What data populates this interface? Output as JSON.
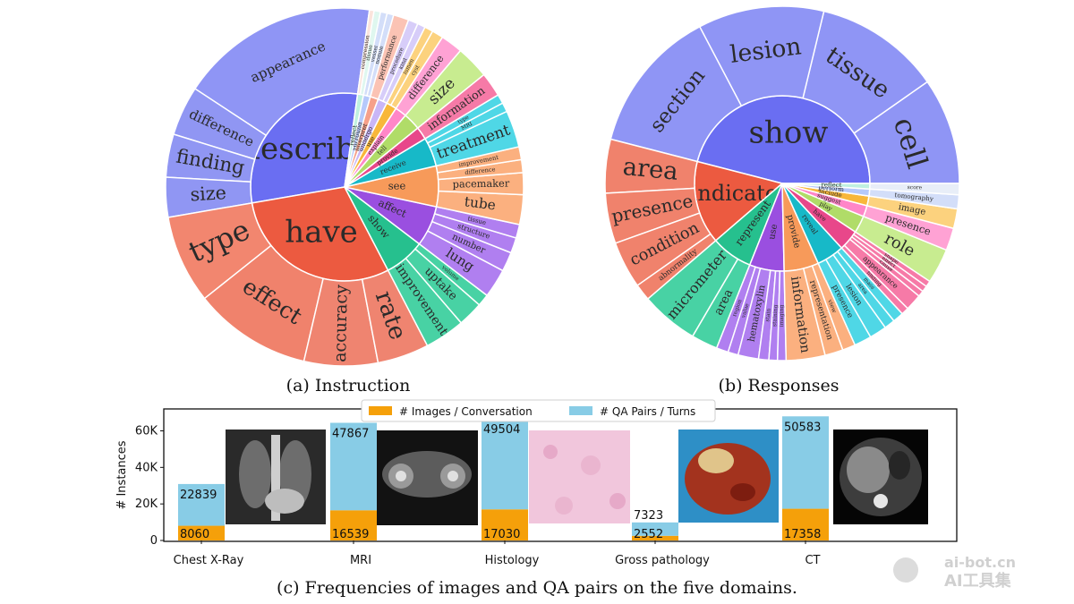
{
  "captions": {
    "a": "(a) Instruction",
    "b": "(b) Responses",
    "c": "(c) Frequencies of images and QA pairs on the five domains."
  },
  "watermark": {
    "line1": "ai-bot.cn",
    "line2": "AI工具集"
  },
  "chart_data": [
    {
      "type": "sunburst",
      "title": "",
      "inner": [
        {
          "label": "describe",
          "color": "#6a6ef2",
          "value": 30,
          "children": [
            {
              "label": "appearance",
              "value": 12,
              "color": "#8f95f5"
            },
            {
              "label": "difference",
              "value": 3,
              "color": "#9096f3"
            },
            {
              "label": "finding",
              "value": 2.6,
              "color": "#9096f3"
            },
            {
              "label": "size",
              "value": 2.4,
              "color": "#9096f3"
            }
          ]
        },
        {
          "label": "have",
          "color": "#ec5a40",
          "value": 30,
          "children": [
            {
              "label": "type",
              "value": 6,
              "color": "#f2866f"
            },
            {
              "label": "effect",
              "value": 8,
              "color": "#f0826c"
            },
            {
              "label": "accuracy",
              "value": 5,
              "color": "#ef8470"
            },
            {
              "label": "rate",
              "value": 3.5,
              "color": "#ef8470"
            }
          ]
        },
        {
          "label": "show",
          "color": "#26c08e",
          "value": 7,
          "children": [
            {
              "label": "improvement",
              "value": 4,
              "color": "#48d2a4"
            },
            {
              "label": "uptake",
              "value": 2.5,
              "color": "#48d2a4"
            },
            {
              "label": "volume",
              "value": 1.2,
              "color": "#48d2a4"
            }
          ]
        },
        {
          "label": "affect",
          "color": "#9a4fe0",
          "value": 7,
          "children": [
            {
              "label": "lung",
              "value": 3,
              "color": "#b07ff0"
            },
            {
              "label": "number",
              "value": 2,
              "color": "#b07ff0"
            },
            {
              "label": "structure",
              "value": 1.6,
              "color": "#b07ff0"
            },
            {
              "label": "tissue",
              "value": 1.4,
              "color": "#b07ff0"
            }
          ]
        },
        {
          "label": "see",
          "color": "#f79a5a",
          "value": 7,
          "children": [
            {
              "label": "tube",
              "value": 3,
              "color": "#fbb07f"
            },
            {
              "label": "pacemaker",
              "value": 2.2,
              "color": "#fbb07f"
            },
            {
              "label": "difference",
              "value": 1.3,
              "color": "#fbb07f"
            },
            {
              "label": "improvement",
              "value": 1.3,
              "color": "#fbb07f"
            }
          ]
        },
        {
          "label": "receive",
          "color": "#17b9c8",
          "value": 5,
          "children": [
            {
              "label": "treatment",
              "value": 4,
              "color": "#4fd7e6"
            },
            {
              "label": "MRI",
              "value": 1,
              "color": "#4fd7e6"
            },
            {
              "label": "type",
              "value": 1,
              "color": "#4fd7e6"
            }
          ]
        },
        {
          "label": "provide",
          "color": "#e8478a",
          "value": 2.2,
          "children": [
            {
              "label": "information",
              "value": 4.5,
              "color": "#f67aa7"
            }
          ]
        },
        {
          "label": "tell",
          "color": "#b0dc68",
          "value": 3,
          "children": [
            {
              "label": "size",
              "value": 3.2,
              "color": "#c8ec90"
            }
          ]
        },
        {
          "label": "explain",
          "color": "#ff86c8",
          "value": 2,
          "children": [
            {
              "label": "difference",
              "value": 3,
              "color": "#ffa2d4"
            }
          ]
        },
        {
          "label": "use",
          "color": "#f8b73a",
          "value": 1.8,
          "children": [
            {
              "label": "cyst",
              "value": 1.6,
              "color": "#fcd27e"
            },
            {
              "label": "lumen",
              "value": 1.2,
              "color": "#fcd27e"
            }
          ]
        },
        {
          "label": "undergo",
          "color": "#c9b6f7",
          "value": 1.6,
          "children": [
            {
              "label": "kind",
              "value": 1.6,
              "color": "#d7cdf9"
            },
            {
              "label": "procedure",
              "value": 2,
              "color": "#d7cdf9"
            }
          ]
        },
        {
          "label": "interpret",
          "color": "#f6a08a",
          "value": 1.4,
          "children": [
            {
              "label": "performance",
              "value": 3,
              "color": "#fbc3b4"
            }
          ]
        },
        {
          "label": "surround",
          "color": "#b6c9fb",
          "value": 1.2,
          "children": [
            {
              "label": "nodule",
              "value": 1,
              "color": "#d3def9"
            },
            {
              "label": "vessel",
              "value": 1,
              "color": "#d3def9"
            }
          ]
        },
        {
          "label": "reflect",
          "color": "#bff0e0",
          "value": 1,
          "children": [
            {
              "label": "tissue",
              "value": 1.4,
              "color": "#dff7ef"
            },
            {
              "label": "compression",
              "value": 1,
              "color": "#fbe4dc"
            }
          ]
        }
      ]
    },
    {
      "type": "sunburst",
      "title": "",
      "inner": [
        {
          "label": "show",
          "color": "#6a6ef2",
          "value": 36,
          "children": [
            {
              "label": "cell",
              "value": 5.5,
              "color": "#8f95f5"
            },
            {
              "label": "tissue",
              "value": 6.5,
              "color": "#8f95f5"
            },
            {
              "label": "lesion",
              "value": 6.5,
              "color": "#8f95f5"
            },
            {
              "label": "section",
              "value": 7.5,
              "color": "#8f95f5"
            }
          ]
        },
        {
          "label": "indicate",
          "color": "#ec5a40",
          "value": 12,
          "children": [
            {
              "label": "area",
              "value": 3.2,
              "color": "#f0826c"
            },
            {
              "label": "presence",
              "value": 3,
              "color": "#f0826c"
            },
            {
              "label": "condition",
              "value": 2.8,
              "color": "#f0826c"
            },
            {
              "label": "abnormality",
              "value": 1,
              "color": "#f0826c"
            }
          ]
        },
        {
          "label": "represent",
          "color": "#26c08e",
          "value": 6,
          "children": [
            {
              "label": "micrometer",
              "value": 3.5,
              "color": "#48d2a4"
            },
            {
              "label": "area",
              "value": 1.6,
              "color": "#48d2a4"
            }
          ]
        },
        {
          "label": "use",
          "color": "#9a4fe0",
          "value": 5,
          "children": [
            {
              "label": "region",
              "value": 1.4,
              "color": "#b07ff0"
            },
            {
              "label": "value",
              "value": 1.2,
              "color": "#b07ff0"
            },
            {
              "label": "hematoxylin",
              "value": 2.4,
              "color": "#b07ff0"
            },
            {
              "label": "stain",
              "value": 1.2,
              "color": "#b07ff0"
            },
            {
              "label": "staining",
              "value": 1,
              "color": "#b07ff0"
            },
            {
              "label": "imaging",
              "value": 1,
              "color": "#b07ff0"
            }
          ]
        },
        {
          "label": "provide",
          "color": "#f79a5a",
          "value": 5,
          "children": [
            {
              "label": "information",
              "value": 3,
              "color": "#fbb07f"
            },
            {
              "label": "representation",
              "value": 1.4,
              "color": "#fbb07f"
            },
            {
              "label": "view",
              "value": 1,
              "color": "#fbb07f"
            }
          ]
        },
        {
          "label": "reveal",
          "color": "#17b9c8",
          "value": 4,
          "children": [
            {
              "label": "presence",
              "value": 1.6,
              "color": "#4fd7e6"
            },
            {
              "label": "lesion",
              "value": 1.6,
              "color": "#4fd7e6"
            },
            {
              "label": "area",
              "value": 1,
              "color": "#4fd7e6"
            },
            {
              "label": "mass",
              "value": 1,
              "color": "#4fd7e6"
            }
          ]
        },
        {
          "label": "have",
          "color": "#e8478a",
          "value": 3,
          "children": [
            {
              "label": "finding",
              "value": 1,
              "color": "#f67aa7"
            },
            {
              "label": "appearance",
              "value": 2.2,
              "color": "#f67aa7"
            },
            {
              "label": "cause",
              "value": 0.8,
              "color": "#f67aa7"
            },
            {
              "label": "effect",
              "value": 0.8,
              "color": "#f67aa7"
            },
            {
              "label": "shape",
              "value": 0.8,
              "color": "#f67aa7"
            }
          ]
        },
        {
          "label": "play",
          "color": "#b0dc68",
          "value": 2.5,
          "children": [
            {
              "label": "role",
              "value": 3,
              "color": "#c8ec90"
            }
          ]
        },
        {
          "label": "suggest",
          "color": "#ff86c8",
          "value": 1.6,
          "children": [
            {
              "label": "presence",
              "value": 2.2,
              "color": "#ffa2d4"
            }
          ]
        },
        {
          "label": "include",
          "color": "#f8b73a",
          "value": 1.4,
          "children": [
            {
              "label": "image",
              "value": 1,
              "color": "#fcd27e"
            }
          ]
        },
        {
          "label": "perform",
          "color": "#b6c9fb",
          "value": 1,
          "children": [
            {
              "label": "tomography",
              "value": 0.8,
              "color": "#d3def9"
            }
          ]
        },
        {
          "label": "reflect",
          "color": "#bff0e0",
          "value": 0.8,
          "children": [
            {
              "label": "score",
              "value": 0.6,
              "color": "#e8eef8"
            }
          ]
        }
      ]
    },
    {
      "type": "bar",
      "categories": [
        "Chest X-Ray",
        "MRI",
        "Histology",
        "Gross pathology",
        "CT"
      ],
      "series": [
        {
          "name": "# Images / Conversation",
          "values": [
            8060,
            16539,
            17030,
            2552,
            17358
          ],
          "color": "#f5a00a"
        },
        {
          "name": "# QA Pairs / Turns",
          "values": [
            22839,
            47867,
            49504,
            7323,
            50583
          ],
          "color": "#88cce6"
        }
      ],
      "stacked": true,
      "ylabel": "# Instances",
      "yticks": [
        "0",
        "20K",
        "40K",
        "60K"
      ],
      "ytick_values": [
        0,
        20000,
        40000,
        60000
      ],
      "ylim": [
        0,
        72000
      ],
      "legend": "top-center",
      "grid": false
    }
  ]
}
